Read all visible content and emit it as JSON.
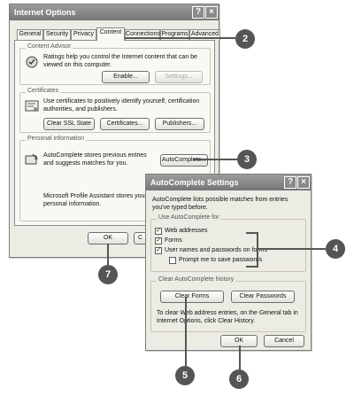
{
  "internet_options": {
    "title": "Internet Options",
    "help_glyph": "?",
    "close_glyph": "×",
    "tabs": [
      "General",
      "Security",
      "Privacy",
      "Content",
      "Connections",
      "Programs",
      "Advanced"
    ],
    "active_tab": "Content",
    "content_advisor": {
      "label": "Content Advisor",
      "text": "Ratings help you control the Internet content that can be viewed on this computer.",
      "enable_button": "Enable...",
      "settings_button": "Settings..."
    },
    "certificates": {
      "label": "Certificates",
      "text": "Use certificates to positively identify yourself, certification authorities, and publishers.",
      "clear_ssl_button": "Clear SSL State",
      "certificates_button": "Certificates...",
      "publishers_button": "Publishers..."
    },
    "personal_information": {
      "label": "Personal information",
      "autocomplete_text": "AutoComplete stores previous entries and suggests matches for you.",
      "autocomplete_button": "AutoComplete...",
      "profile_text": "Microsoft Profile Assistant stores your personal information."
    },
    "ok_button": "OK",
    "cancel_button_partial": "C"
  },
  "autocomplete_dialog": {
    "title": "AutoComplete Settings",
    "help_glyph": "?",
    "close_glyph": "×",
    "intro": "AutoComplete lists possible matches from entries you've typed before.",
    "use_group_label": "Use AutoComplete for",
    "options": [
      {
        "label": "Web addresses",
        "checked": true
      },
      {
        "label": "Forms",
        "checked": true
      },
      {
        "label": "User names and passwords on forms",
        "checked": true
      },
      {
        "label": "Prompt me to save passwords",
        "checked": false
      }
    ],
    "check_glyph": "✓",
    "clear_group_label": "Clear AutoComplete history",
    "clear_forms_button": "Clear Forms",
    "clear_passwords_button": "Clear Passwords",
    "clear_note": "To clear Web address entries, on the General tab in Internet Options, click Clear History.",
    "ok_button": "OK",
    "cancel_button": "Cancel"
  },
  "callouts": [
    "2",
    "3",
    "4",
    "5",
    "6",
    "7"
  ],
  "colors": {
    "callout": "#555555",
    "titlebar": "#8a8a8a",
    "dialog_bg": "#ecebe4"
  }
}
